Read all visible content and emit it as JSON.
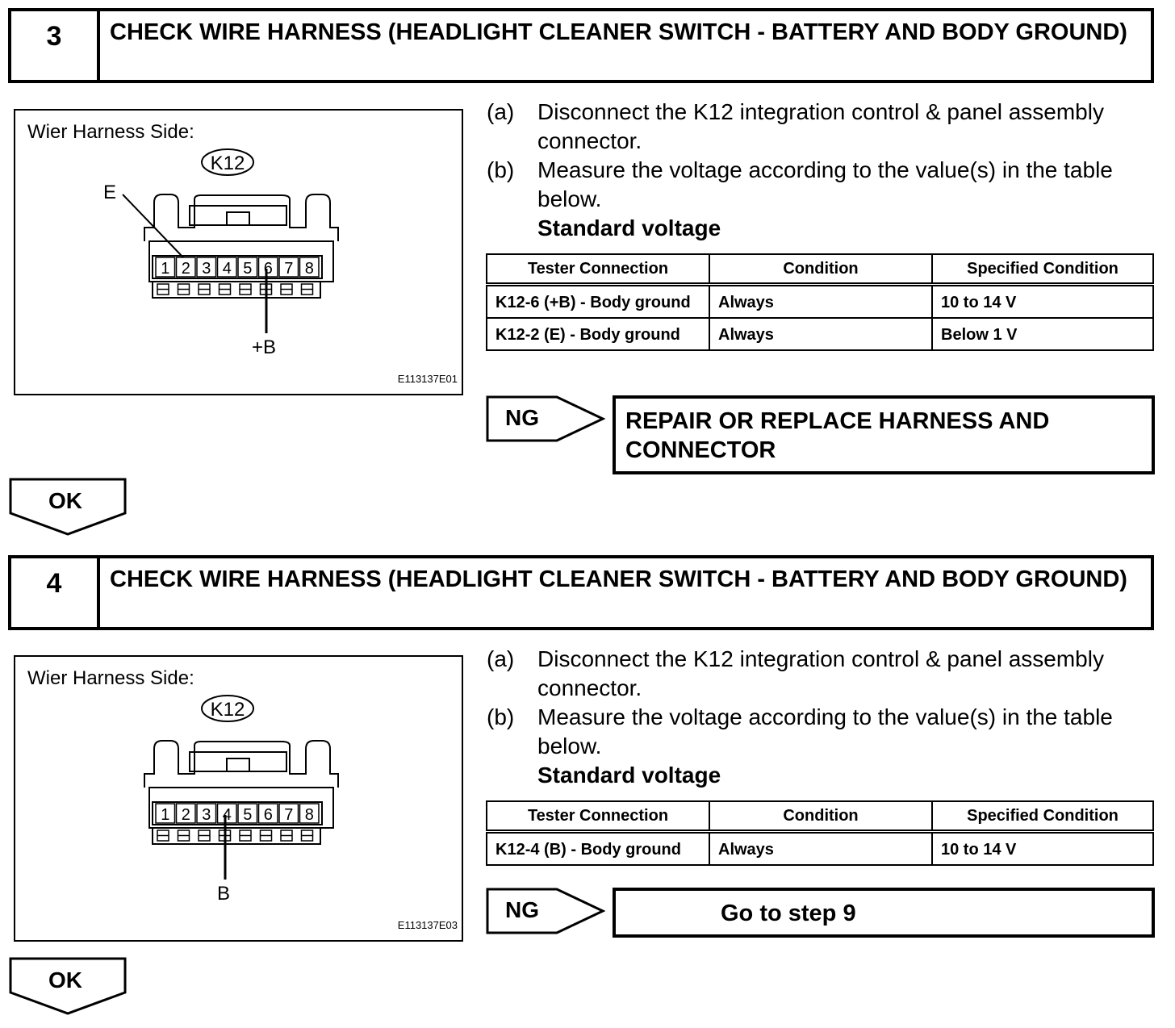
{
  "steps": [
    {
      "number": "3",
      "title": "CHECK WIRE HARNESS (HEADLIGHT CLEANER SWITCH - BATTERY AND BODY GROUND)",
      "illustration": {
        "side_label": "Wier Harness Side:",
        "connector": "K12",
        "pins": [
          "1",
          "2",
          "3",
          "4",
          "5",
          "6",
          "7",
          "8"
        ],
        "callouts": [
          "E",
          "+B"
        ],
        "code": "E113137E01"
      },
      "instructions": [
        {
          "label": "(a)",
          "text": "Disconnect the K12 integration control & panel assembly connector."
        },
        {
          "label": "(b)",
          "text": "Measure the voltage according to the value(s) in the table below."
        }
      ],
      "standard_label": "Standard voltage",
      "table": {
        "headers": [
          "Tester Connection",
          "Condition",
          "Specified Condition"
        ],
        "rows": [
          [
            "K12-6 (+B) - Body ground",
            "Always",
            "10 to 14 V"
          ],
          [
            "K12-2 (E) - Body ground",
            "Always",
            "Below 1 V"
          ]
        ]
      },
      "ng_label": "NG",
      "ng_result": "REPAIR OR REPLACE HARNESS AND CONNECTOR",
      "ok_label": "OK"
    },
    {
      "number": "4",
      "title": "CHECK WIRE HARNESS (HEADLIGHT CLEANER SWITCH - BATTERY AND BODY GROUND)",
      "illustration": {
        "side_label": "Wier Harness Side:",
        "connector": "K12",
        "pins": [
          "1",
          "2",
          "3",
          "4",
          "5",
          "6",
          "7",
          "8"
        ],
        "callouts": [
          "B"
        ],
        "code": "E113137E03"
      },
      "instructions": [
        {
          "label": "(a)",
          "text": "Disconnect the K12 integration control & panel assembly connector."
        },
        {
          "label": "(b)",
          "text": "Measure the voltage according to the value(s) in the table below."
        }
      ],
      "standard_label": "Standard voltage",
      "table": {
        "headers": [
          "Tester Connection",
          "Condition",
          "Specified Condition"
        ],
        "rows": [
          [
            "K12-4 (B) - Body ground",
            "Always",
            "10 to 14 V"
          ]
        ]
      },
      "ng_label": "NG",
      "ng_result": "Go to step 9",
      "ok_label": "OK"
    }
  ]
}
